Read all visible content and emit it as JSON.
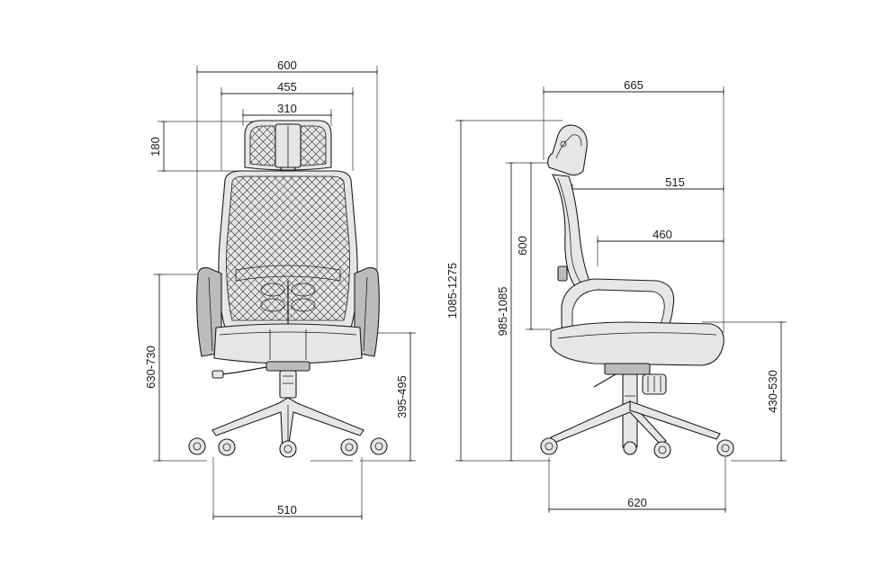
{
  "front_view": {
    "overall_width": "600",
    "back_width": "455",
    "headrest_width": "310",
    "headrest_height": "180",
    "armrest_height": "630-730",
    "seat_height": "395-495",
    "base_width": "510"
  },
  "side_view": {
    "overall_depth": "665",
    "back_to_front_depth": "515",
    "seat_depth": "460",
    "backrest_height": "600",
    "overall_height": "1085-1275",
    "headrest_top_height": "985-1085",
    "seat_height": "430-530",
    "base_depth": "620"
  }
}
